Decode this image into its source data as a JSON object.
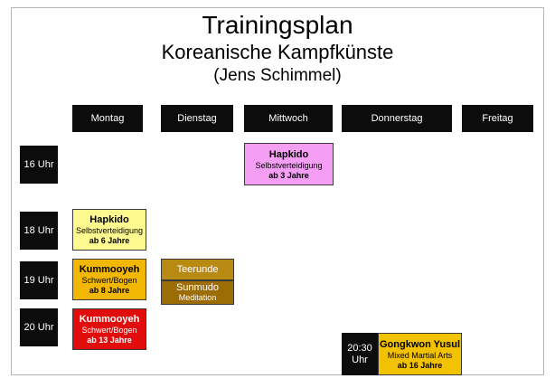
{
  "header": {
    "title": "Trainingsplan",
    "subtitle": "Koreanische Kampfkünste",
    "author": "(Jens Schimmel)"
  },
  "days": [
    "Montag",
    "Dienstag",
    "Mittwoch",
    "Donnerstag",
    "Freitag"
  ],
  "times": [
    "16 Uhr",
    "18 Uhr",
    "19 Uhr",
    "20 Uhr"
  ],
  "special_time": {
    "line1": "20:30",
    "line2": "Uhr"
  },
  "classes": {
    "wed_16": {
      "name": "Hapkido",
      "sub": "Selbstverteidigung",
      "age": "ab 3 Jahre",
      "color": "#f49ef4"
    },
    "mon_18": {
      "name": "Hapkido",
      "sub": "Selbstverteidigung",
      "age": "ab 6 Jahre",
      "color": "#fffa90"
    },
    "mon_19": {
      "name": "Kummooyeh",
      "sub": "Schwert/Bogen",
      "age": "ab 8 Jahre",
      "color": "#f2b700"
    },
    "tue_19_a": {
      "name": "Teerunde",
      "color": "#b98a12"
    },
    "tue_19_b": {
      "name": "Sunmudo",
      "sub": "Meditation",
      "color": "#9c6c05"
    },
    "mon_20": {
      "name": "Kummooyeh",
      "sub": "Schwert/Bogen",
      "age": "ab 13 Jahre",
      "color": "#e10d0d"
    },
    "thu_2030": {
      "name": "Gongkwon Yusul",
      "sub": "Mixed Martial Arts",
      "age": "ab 16 Jahre",
      "color": "#f2c200"
    }
  }
}
